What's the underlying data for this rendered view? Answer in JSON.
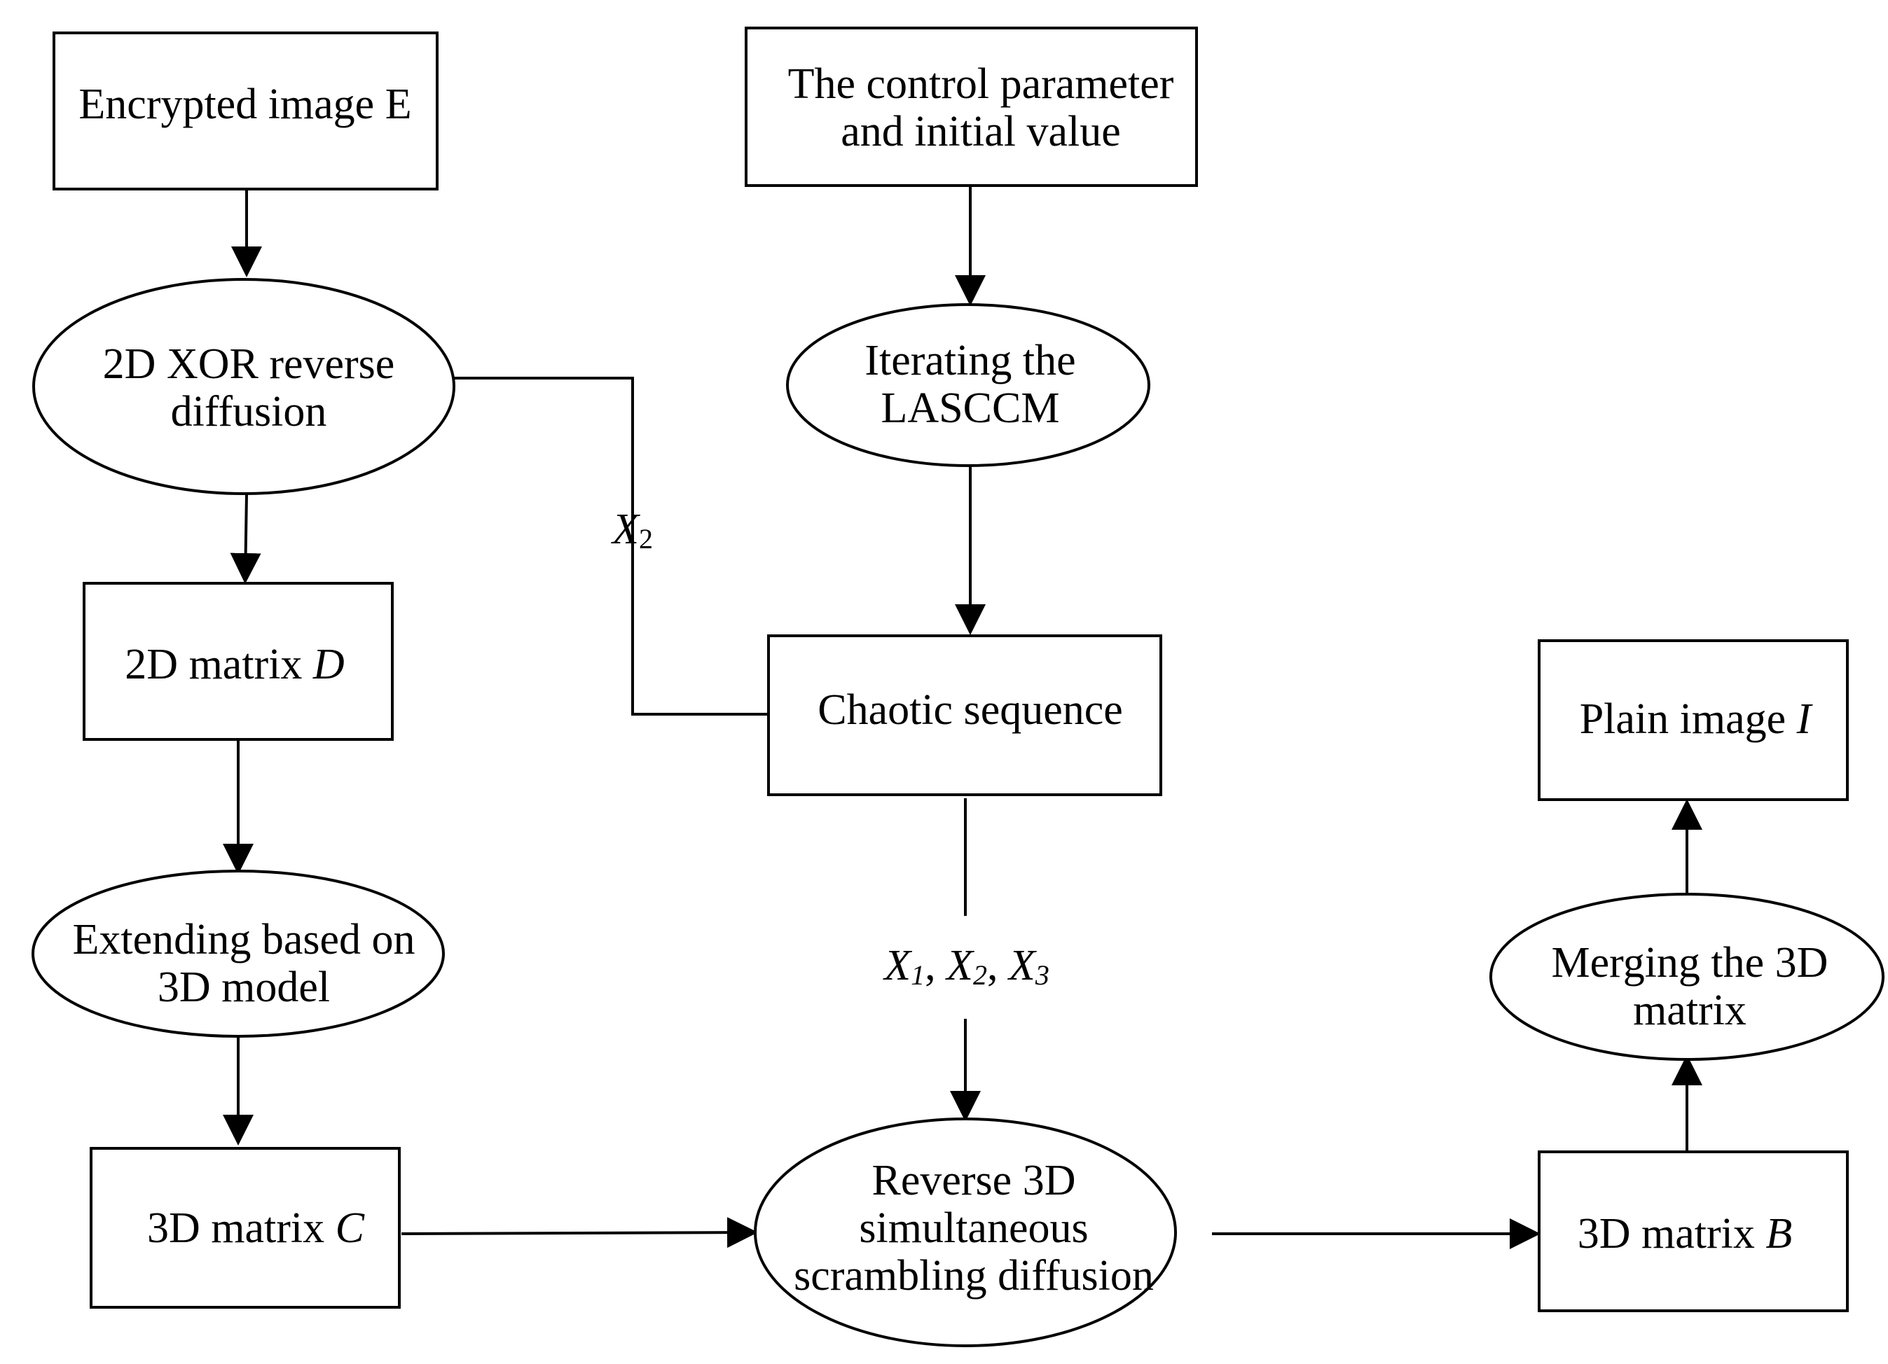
{
  "nodes": {
    "encrypted_image": {
      "lines": [
        [
          {
            "t": "Encrypted image E"
          }
        ]
      ]
    },
    "control_parameter": {
      "lines": [
        [
          {
            "t": "The control parameter"
          }
        ],
        [
          {
            "t": "and initial value"
          }
        ]
      ]
    },
    "xor_reverse_diffusion": {
      "lines": [
        [
          {
            "t": "2D XOR reverse"
          }
        ],
        [
          {
            "t": "diffusion"
          }
        ]
      ]
    },
    "iterating_lasccm": {
      "lines": [
        [
          {
            "t": "Iterating the"
          }
        ],
        [
          {
            "t": "LASCCM"
          }
        ]
      ]
    },
    "matrix_d": {
      "lines": [
        [
          {
            "t": "2D matrix "
          },
          {
            "t": "D",
            "i": true
          }
        ]
      ]
    },
    "chaotic_sequence": {
      "lines": [
        [
          {
            "t": "Chaotic sequence"
          }
        ]
      ]
    },
    "plain_image": {
      "lines": [
        [
          {
            "t": "Plain image  "
          },
          {
            "t": "I",
            "i": true
          }
        ]
      ]
    },
    "extending_3d": {
      "lines": [
        [
          {
            "t": "Extending based on"
          }
        ],
        [
          {
            "t": "3D model"
          }
        ]
      ]
    },
    "merging_3d": {
      "lines": [
        [
          {
            "t": "Merging the 3D"
          }
        ],
        [
          {
            "t": "matrix"
          }
        ]
      ]
    },
    "matrix_c": {
      "lines": [
        [
          {
            "t": "3D matrix "
          },
          {
            "t": "C",
            "i": true
          }
        ]
      ]
    },
    "reverse_3d": {
      "lines": [
        [
          {
            "t": "Reverse 3D"
          }
        ],
        [
          {
            "t": "simultaneous"
          }
        ],
        [
          {
            "t": "scrambling diffusion"
          }
        ]
      ]
    },
    "matrix_b": {
      "lines": [
        [
          {
            "t": "3D matrix "
          },
          {
            "t": "B",
            "i": true
          }
        ]
      ]
    }
  },
  "edge_labels": {
    "x2": [
      {
        "t": "X",
        "i": true
      },
      {
        "t": "2",
        "sub": true
      }
    ],
    "x123": [
      {
        "t": "X",
        "i": true
      },
      {
        "t": "1",
        "sub": true,
        "i": true
      },
      {
        "t": ", "
      },
      {
        "t": "X",
        "i": true
      },
      {
        "t": "2",
        "sub": true,
        "i": true
      },
      {
        "t": ", "
      },
      {
        "t": "X",
        "i": true
      },
      {
        "t": "3",
        "sub": true,
        "i": true
      }
    ]
  }
}
